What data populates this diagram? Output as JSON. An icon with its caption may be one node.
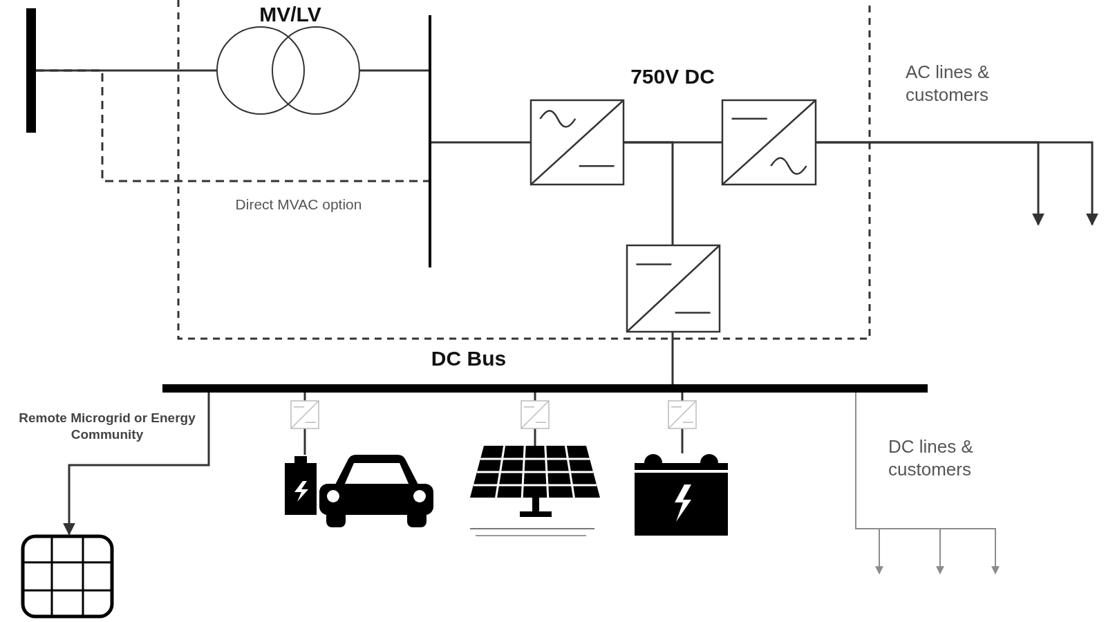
{
  "diagram": {
    "nodes": [
      {
        "text": [],
        "shape": "bar"
      },
      {
        "text": [],
        "shape": "circle"
      },
      {
        "text": [],
        "shape": "bar"
      },
      {
        "text": [],
        "shape": "box"
      },
      {
        "text": [],
        "shape": "box"
      },
      {
        "text": [],
        "shape": "box"
      },
      {
        "text": [],
        "shape": "bar"
      },
      {
        "text": [],
        "shape": "box"
      },
      {
        "text": [],
        "shape": "box"
      },
      {
        "text": [],
        "shape": "box"
      },
      {
        "text": [],
        "shape": "picture"
      },
      {
        "text": [],
        "shape": "picture"
      },
      {
        "text": [],
        "shape": "picture"
      },
      {
        "text": [],
        "shape": "picture"
      }
    ],
    "edges": [
      {
        "from": 0,
        "to": 1,
        "arrow": "none"
      },
      {
        "from": 1,
        "to": 2,
        "arrow": "none"
      },
      {
        "from": 0,
        "to": 2,
        "arrow": "none",
        "style": "dashed",
        "label": "Direct MVAC option"
      },
      {
        "from": 2,
        "to": 3,
        "arrow": "none"
      },
      {
        "from": 3,
        "to": 4,
        "arrow": "none"
      },
      {
        "from": 3,
        "to": 5,
        "arrow": "none"
      },
      {
        "from": 5,
        "to": 6,
        "arrow": "none"
      },
      {
        "from": 6,
        "to": 7,
        "arrow": "none"
      },
      {
        "from": 7,
        "to": 10,
        "arrow": "none"
      },
      {
        "from": 6,
        "to": 8,
        "arrow": "none"
      },
      {
        "from": 8,
        "to": 11,
        "arrow": "none"
      },
      {
        "from": 6,
        "to": 9,
        "arrow": "none"
      },
      {
        "from": 9,
        "to": 12,
        "arrow": "none"
      },
      {
        "from": 6,
        "to": 13,
        "arrow": "to"
      },
      {
        "from": 4,
        "to": null,
        "arrow": "to"
      },
      {
        "from": 4,
        "to": null,
        "arrow": "to"
      },
      {
        "from": 6,
        "to": null,
        "arrow": "to",
        "color": "#8c8c8c"
      },
      {
        "from": 6,
        "to": null,
        "arrow": "to",
        "color": "#8c8c8c"
      },
      {
        "from": 6,
        "to": null,
        "arrow": "to",
        "color": "#8c8c8c"
      }
    ],
    "labels": [
      "MV/LV",
      "750V DC",
      "AC lines & customers",
      "DC Bus",
      "Remote Microgrid or Energy Community",
      "DC lines & customers"
    ]
  }
}
